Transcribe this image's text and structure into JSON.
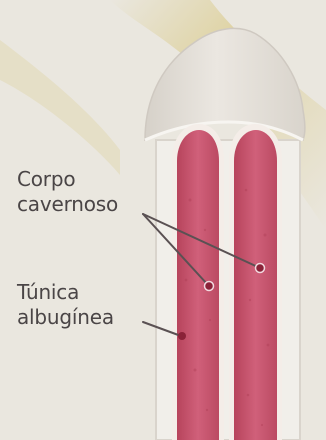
{
  "labels": {
    "corpo_cavernoso": [
      "Corpo",
      "cavernoso"
    ],
    "tunica_albuginea": [
      "Túnica",
      "albugínea"
    ]
  },
  "colors": {
    "background": "#eae7df",
    "glans_cap": "#e3dfd8",
    "shaft_outer": "#f1efea",
    "erectile_tissue": "#c9566e",
    "erectile_tissue_dark": "#b7445c",
    "tunica_outline": "#f4ede8",
    "leader_line": "#5a5153",
    "marker_dot": "#8a2238",
    "label_text": "#4a4546",
    "background_band": "#d8c77f"
  }
}
